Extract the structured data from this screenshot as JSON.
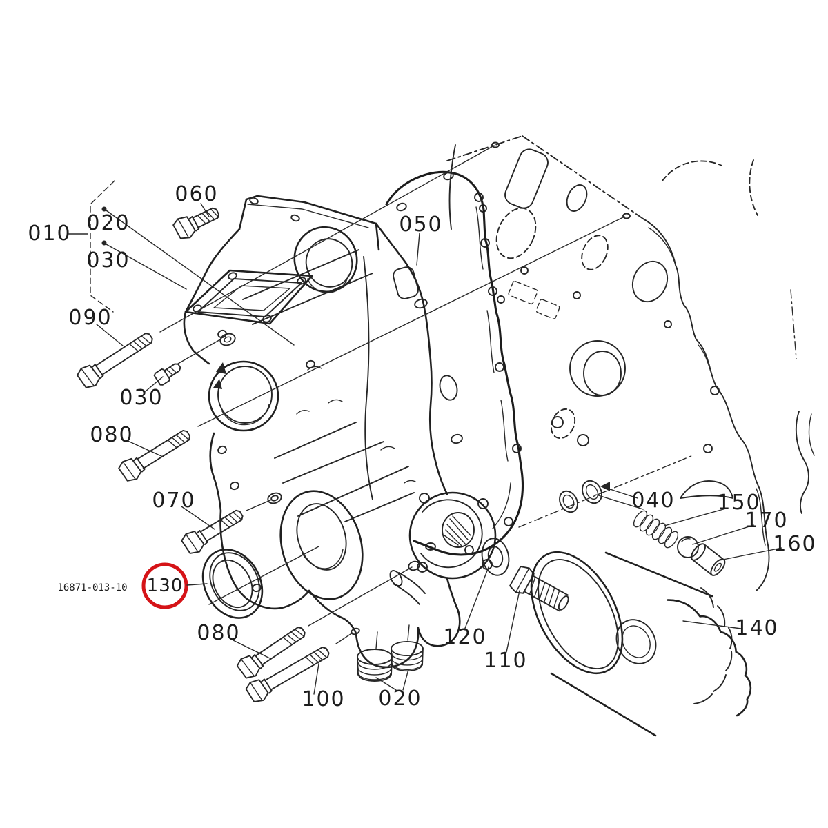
{
  "diagram": {
    "type": "exploded-parts-diagram",
    "subject": "engine gear case cover parts diagram",
    "part_reference": "16871-013-10",
    "highlighted_callout": "130",
    "colors": {
      "line": "#262626",
      "highlight_circle": "#d51317",
      "background": "#ffffff"
    },
    "callouts": [
      {
        "label": "010"
      },
      {
        "label": "020"
      },
      {
        "label": "030"
      },
      {
        "label": "060"
      },
      {
        "label": "050"
      },
      {
        "label": "090"
      },
      {
        "label": "030"
      },
      {
        "label": "080"
      },
      {
        "label": "070"
      },
      {
        "label": "130"
      },
      {
        "label": "080"
      },
      {
        "label": "100"
      },
      {
        "label": "020"
      },
      {
        "label": "120"
      },
      {
        "label": "110"
      },
      {
        "label": "140"
      },
      {
        "label": "040"
      },
      {
        "label": "150"
      },
      {
        "label": "170"
      },
      {
        "label": "160"
      }
    ]
  }
}
